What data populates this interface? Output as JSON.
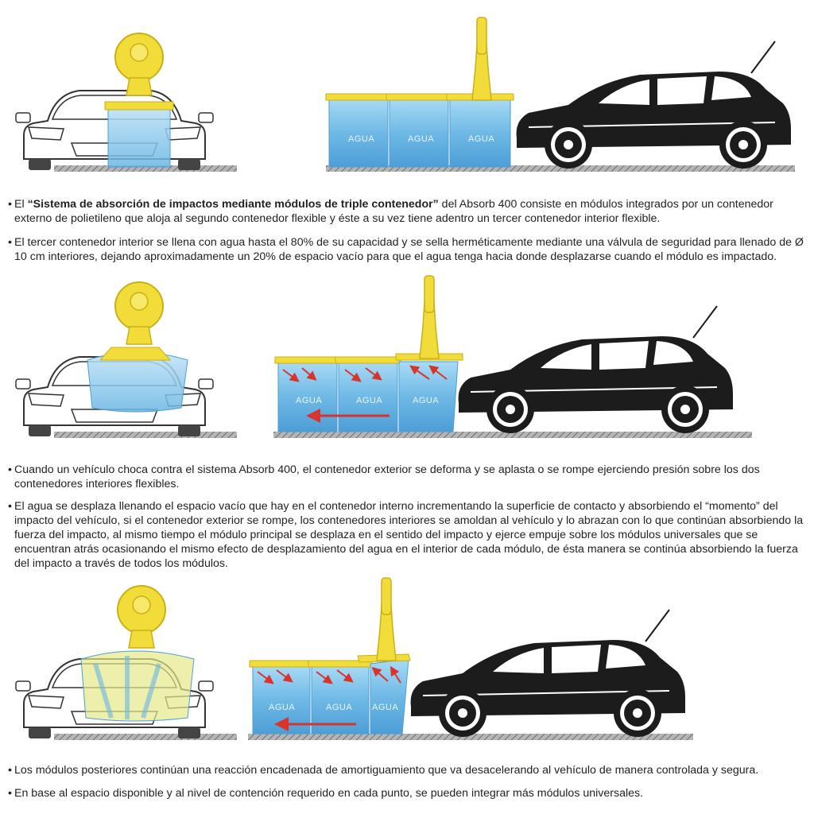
{
  "scenes": [
    {
      "water_labels": [
        "AGUA",
        "AGUA",
        "AGUA"
      ]
    },
    {
      "water_labels": [
        "AGUA",
        "AGUA",
        "AGUA"
      ]
    },
    {
      "water_labels": [
        "AGUA",
        "AGUA",
        "AGUA"
      ]
    }
  ],
  "paragraphs": {
    "p1": {
      "prefix": "El ",
      "bold": "“Sistema de absorción de impactos mediante módulos de triple contenedor”",
      "rest": " del Absorb 400 consiste  en módulos integrados por un contenedor externo de polietileno que aloja al segundo contenedor flexible y éste a su vez tiene adentro un tercer contenedor interior flexible."
    },
    "p2": "El tercer contenedor interior se llena con agua hasta el 80% de su capacidad y se sella herméticamente mediante una válvula de seguridad para llenado de Ø 10 cm interiores, dejando aproximadamente un 20% de espacio vacío  para que el agua tenga hacia donde desplazarse cuando el módulo es impactado.",
    "p3": "Cuando un vehículo choca contra el sistema Absorb 400, el contenedor exterior se deforma y se aplasta o se rompe ejerciendo presión sobre los dos contenedores interiores flexibles.",
    "p4": "El agua se desplaza llenando el espacio vacío que hay en el contenedor interno incrementando la superficie de contacto y absorbiendo el “momento” del impacto del vehículo, si el contenedor exterior se rompe, los contenedores interiores se amoldan al vehículo y lo abrazan con lo que continúan absorbiendo la fuerza del impacto, al mismo tiempo el módulo principal se desplaza en el sentido del impacto y ejerce empuje sobre los módulos universales que se encuentran atrás ocasionando el mismo efecto de desplazamiento del agua en el interior de cada módulo, de ésta manera se continúa absorbiendo la fuerza del impacto a través de todos los módulos.",
    "p5": "Los módulos posteriores continúan una reacción encadenada de amortiguamiento que va desacelerando al vehículo de manera controlada y segura.",
    "p6": "En base al espacio disponible y al nivel de contención requerido en cada punto, se pueden integrar más módulos universales."
  },
  "bullet_char": "•",
  "colors": {
    "water": "#7ec3ea",
    "water_dark": "#4a9fd4",
    "yellow": "#f2dc3a",
    "yellow_dark": "#c9b114",
    "car_body": "#1c1c1c",
    "ground": "#8a8a8a",
    "arrow": "#d9342b"
  }
}
